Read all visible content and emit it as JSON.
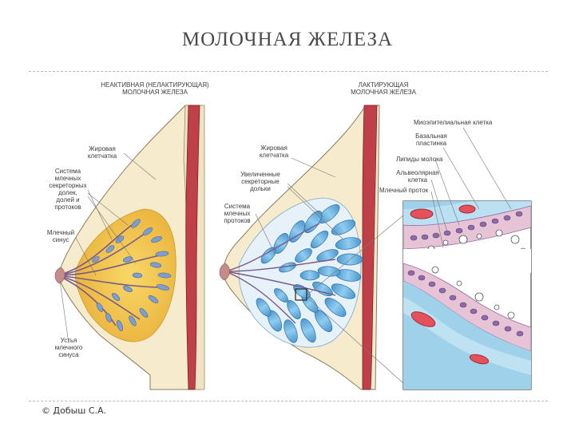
{
  "title": "МОЛОЧНАЯ ЖЕЛЕЗА",
  "left_diagram": {
    "heading": "НЕАКТИВНАЯ (НЕЛАКТИРУЮЩАЯ)\nМОЛОЧНАЯ ЖЕЛЕЗА",
    "labels": {
      "fat_tissue": "Жировая\nклетчатка",
      "duct_system": "Система\nмлечных\nсекреторных\nдолек,\nдолей и\nпротоков",
      "milk_sinus": "Млечный\nсинус",
      "sinus_mouth": "Устья\nмлечного\nсинуса"
    }
  },
  "right_diagram": {
    "heading": "ЛАКТИРУЮЩАЯ\nМОЛОЧНАЯ ЖЕЛЕЗА",
    "labels": {
      "fat_tissue": "Жировая\nклетчатка",
      "enlarged_lobules": "Увеличенные\nсекреторные\nдольки",
      "duct_system": "Система\nмлечных\nпротоков"
    }
  },
  "inset_labels": {
    "myoepithelial": "Миоэпителиальная клетка",
    "basal_lamina": "Базальная\nпластинка",
    "milk_lipids": "Липиды молока",
    "alveolar_cell": "Альвеолярная\nклетка",
    "milk_duct": "Млечный проток"
  },
  "copyright": "© Добыш С.А.",
  "colors": {
    "skin": "#f6eccd",
    "muscle": "#c0404a",
    "gland_yellow": "#f4c94a",
    "lobule_blue": "#6ab6e4",
    "lobule_blue_dark": "#2f6fa3",
    "duct_purple": "#8e6aa8",
    "cell_pink": "#e7c3d6"
  }
}
